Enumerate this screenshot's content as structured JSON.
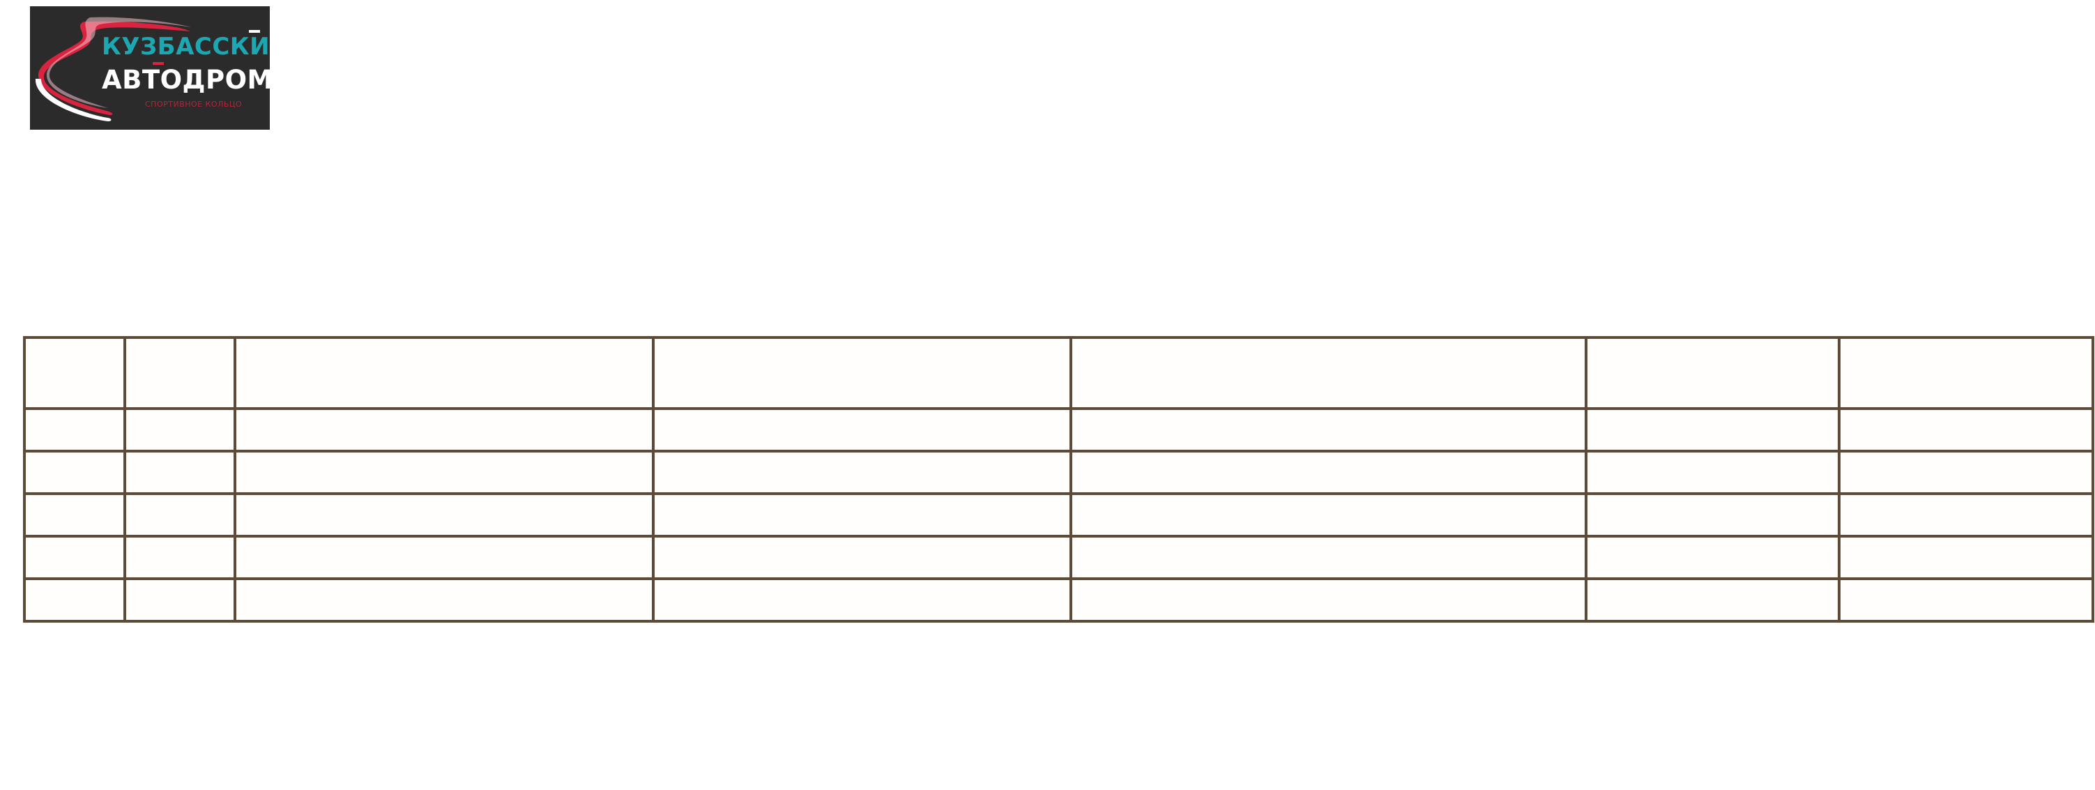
{
  "logo": {
    "line1": "КУЗБАССКИЙ",
    "line2": "АВТОДРОМ",
    "line3": "СПОРТИВНОЕ КОЛЬЦО",
    "colors": {
      "background": "#2b2b2c",
      "teal": "#1ca7b3",
      "red": "#d9243f",
      "white": "#ffffff"
    }
  },
  "table": {
    "columns": 7,
    "header_rows": 1,
    "body_rows": 5,
    "border_color": "#5e4b37",
    "cells": [
      [
        "",
        "",
        "",
        "",
        "",
        "",
        ""
      ],
      [
        "",
        "",
        "",
        "",
        "",
        "",
        ""
      ],
      [
        "",
        "",
        "",
        "",
        "",
        "",
        ""
      ],
      [
        "",
        "",
        "",
        "",
        "",
        "",
        ""
      ],
      [
        "",
        "",
        "",
        "",
        "",
        "",
        ""
      ],
      [
        "",
        "",
        "",
        "",
        "",
        "",
        ""
      ]
    ]
  }
}
